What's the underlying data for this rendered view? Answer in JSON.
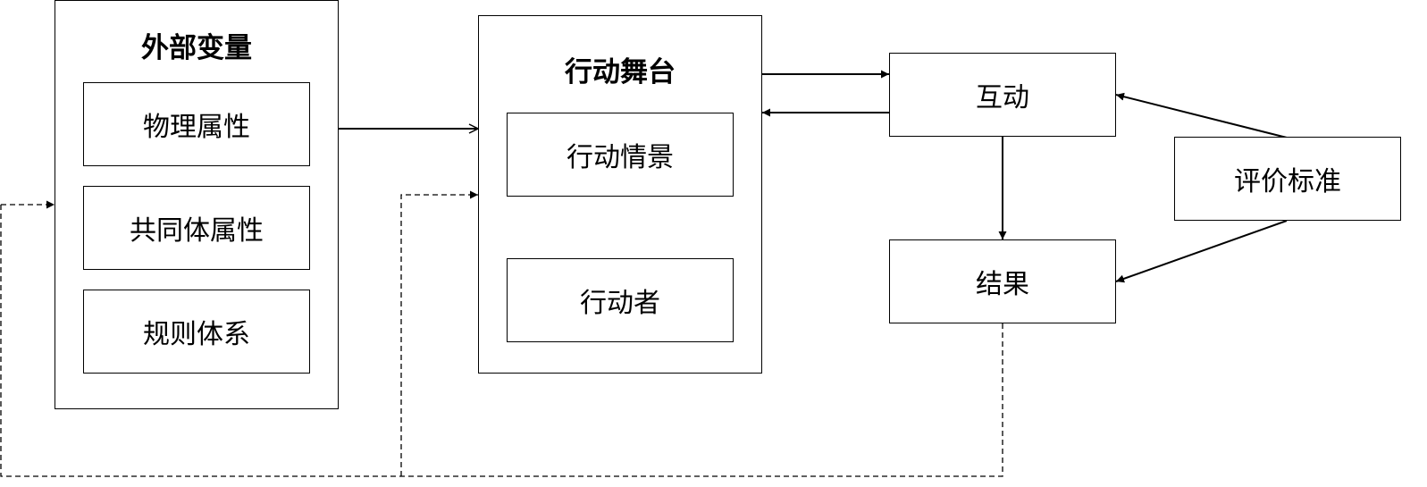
{
  "external_variables": {
    "title": "外部变量",
    "items": [
      "物理属性",
      "共同体属性",
      "规则体系"
    ]
  },
  "action_arena": {
    "title": "行动舞台",
    "items": [
      "行动情景",
      "行动者"
    ]
  },
  "interaction": "互动",
  "outcome": "结果",
  "evaluative_criteria": "评价标准"
}
